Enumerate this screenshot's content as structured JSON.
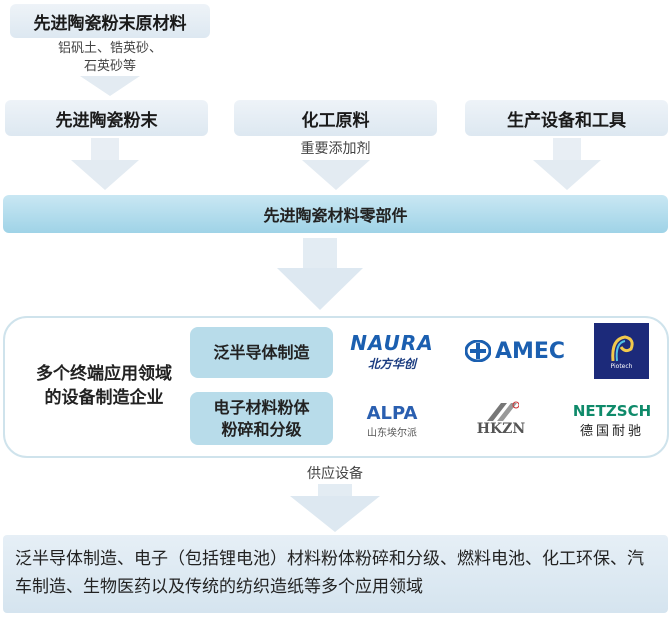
{
  "top": {
    "title": "先进陶瓷粉末原材料",
    "note_line1": "铝矾土、锆英砂、",
    "note_line2": "石英砂等"
  },
  "row": [
    {
      "title": "先进陶瓷粉末",
      "note": ""
    },
    {
      "title": "化工原料",
      "note": "重要添加剂"
    },
    {
      "title": "生产设备和工具",
      "note": ""
    }
  ],
  "main_bar": "先进陶瓷材料零部件",
  "enterprises": {
    "title_line1": "多个终端应用领域",
    "title_line2": "的设备制造企业",
    "categories": [
      "泛半导体制造",
      "电子材料粉体粉碎和分级"
    ],
    "category2_line1": "电子材料粉体",
    "category2_line2": "粉碎和分级",
    "logos": [
      {
        "text": "NAURA",
        "sub": "北方华创",
        "color": "#1b5fb0"
      },
      {
        "text": "AMEC",
        "color": "#1b5fb0"
      },
      {
        "text": "Piotech",
        "color": "#1c2a7a"
      },
      {
        "text": "ALPA",
        "sub": "山东埃尔派",
        "color": "#2a5fb0"
      },
      {
        "text": "HKZN",
        "color": "#555555"
      },
      {
        "text": "NETZSCH",
        "sub": "德国耐驰",
        "color": "#0f8a6a"
      }
    ]
  },
  "supply_label": "供应设备",
  "applications": "泛半导体制造、电子（包括锂电池）材料粉体粉碎和分级、燃料电池、化工环保、汽车制造、生物医药以及传统的纺织造纸等多个应用领域"
}
